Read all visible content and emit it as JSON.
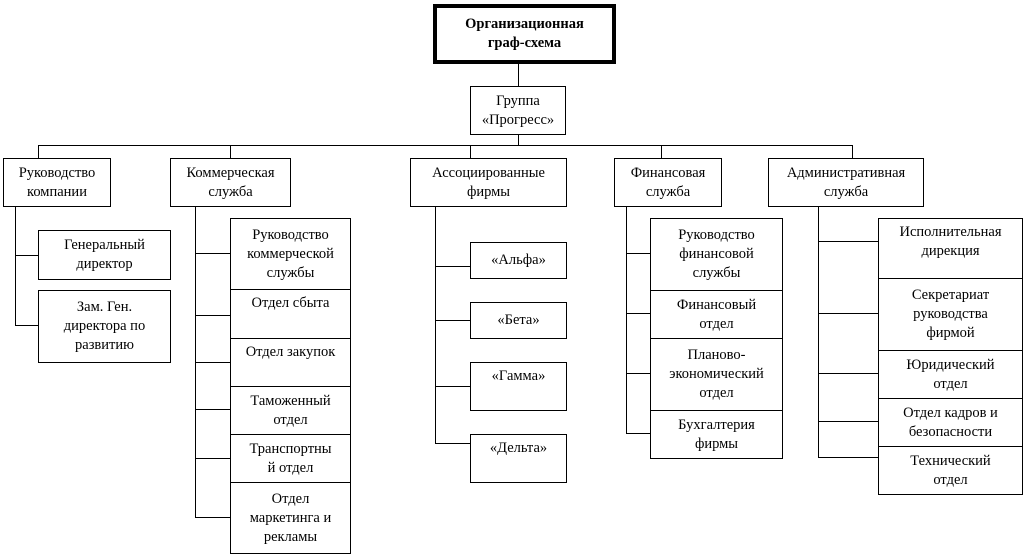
{
  "title": "Организационная\nграф-схема",
  "root": "Группа\n«Прогресс»",
  "departments": [
    {
      "label": "Руководство\nкомпании",
      "children": [
        "Генеральный\nдиректор",
        "Зам. Ген.\nдиректора по\nразвитию"
      ]
    },
    {
      "label": "Коммерческая\nслужба",
      "children": [
        "Руководство\nкоммерческой\nслужбы",
        "Отдел сбыта",
        "Отдел закупок",
        "Таможенный\nотдел",
        "Транспортны\nй отдел",
        "Отдел\nмаркетинга и\nрекламы"
      ]
    },
    {
      "label": "Ассоциированные\nфирмы",
      "children": [
        "«Альфа»",
        "«Бета»",
        "«Гамма»",
        "«Дельта»"
      ]
    },
    {
      "label": "Финансовая\nслужба",
      "children": [
        "Руководство\nфинансовой\nслужбы",
        "Финансовый\nотдел",
        "Планово-\nэкономический\nотдел",
        "Бухгалтерия\nфирмы"
      ]
    },
    {
      "label": "Административная\nслужба",
      "children": [
        "Исполнительная\nдирекция",
        "Секретариат\nруководства\nфирмой",
        "Юридический\nотдел",
        "Отдел кадров и\nбезопасности",
        "Технический\nотдел"
      ]
    }
  ]
}
